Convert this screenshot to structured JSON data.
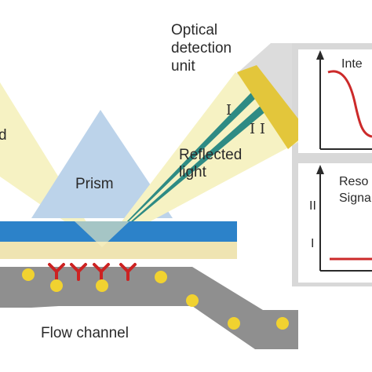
{
  "labels": {
    "optical_detection_unit": [
      "Optical",
      "detection",
      "unit"
    ],
    "incident_light_fragment": "d",
    "prism": "Prism",
    "reflected_light": [
      "Reflected",
      "light"
    ],
    "flow_channel": "Flow channel"
  },
  "beam_markers": {
    "outer_beam": "I",
    "inner_beam": "I I"
  },
  "plots": {
    "intensity": {
      "title": "Inte"
    },
    "resonance_signal": {
      "title_lines": [
        "Reso",
        "Signa"
      ],
      "upper_level": "II",
      "lower_level": "I"
    }
  },
  "colors": {
    "background": "#ffffff",
    "instrument_gray": "#d8d8d8",
    "light_cone": "#f6f2c3",
    "prism": "#bcd3ea",
    "glass_slide": "#2c82c9",
    "gold_film": "#efe4b2",
    "flow_channel": "#8f8f8f",
    "particles": "#f1d230",
    "antibodies": "#cc2222",
    "reflected_beam": "#2e8b84",
    "detector": "#e3c63b",
    "curve": "#cc2a2a"
  }
}
